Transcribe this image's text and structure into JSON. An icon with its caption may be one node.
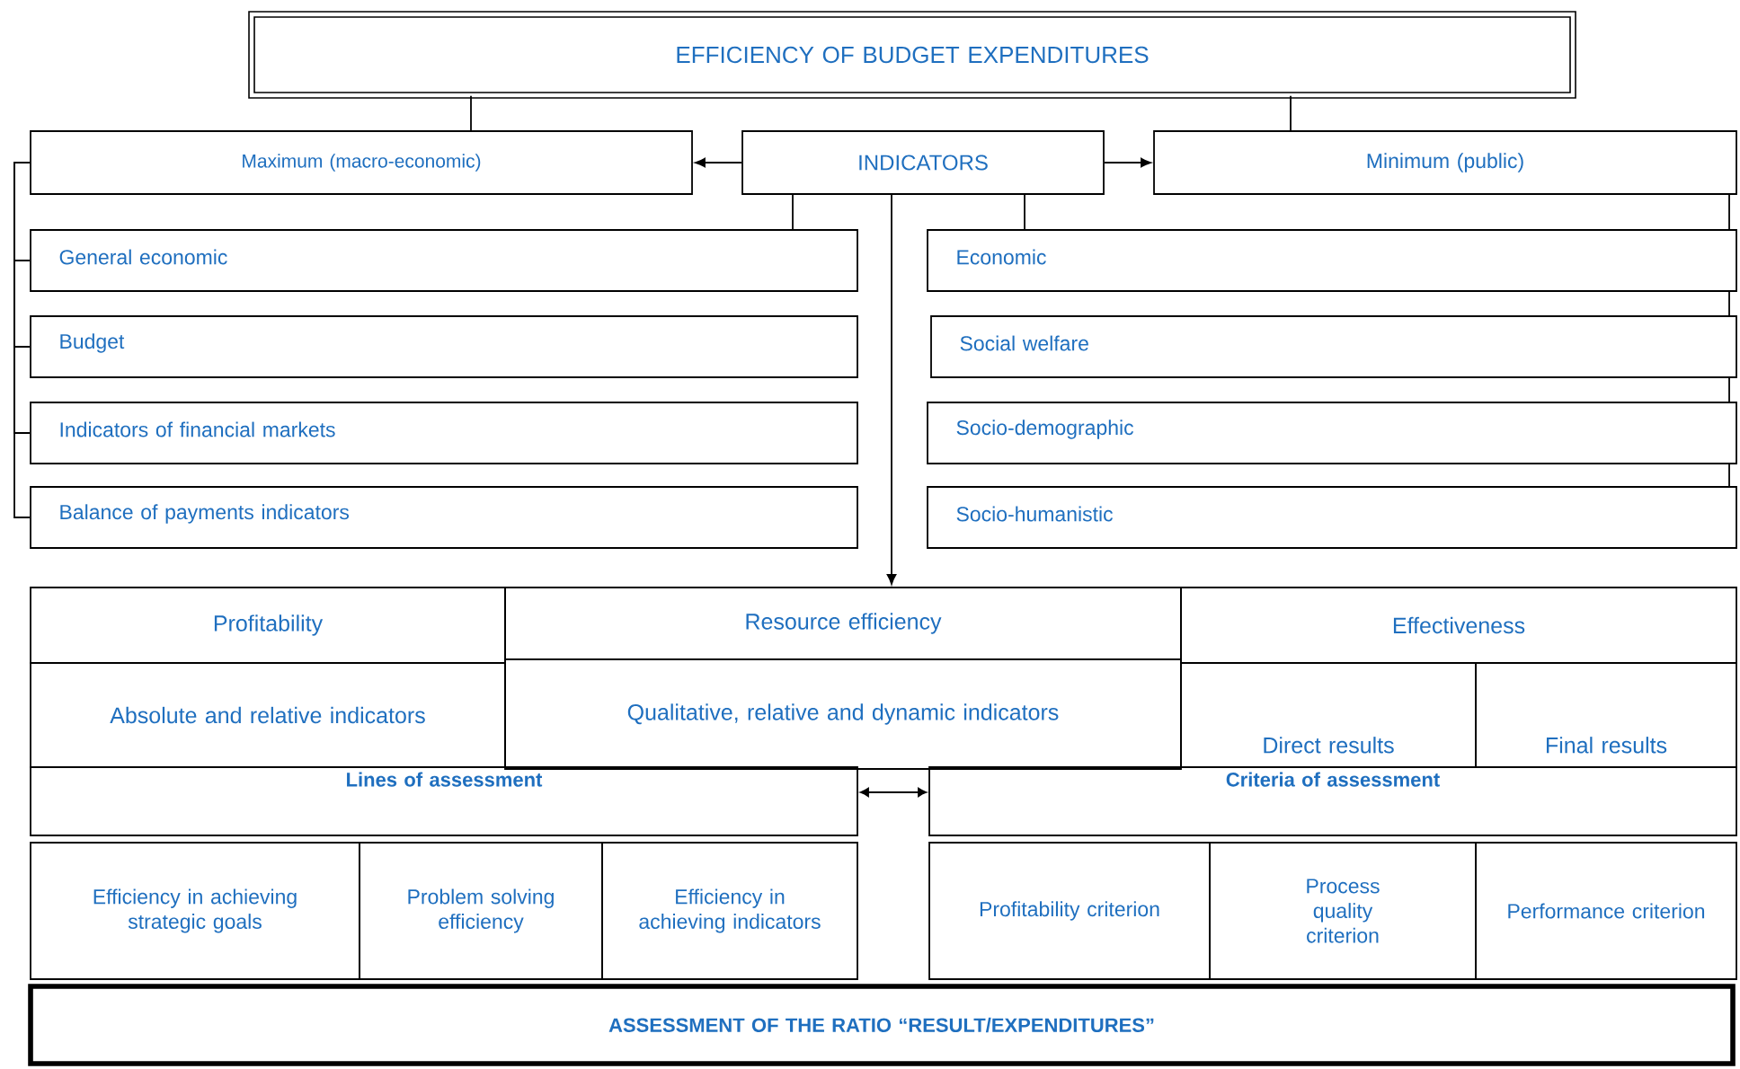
{
  "diagram": {
    "nodes": [
      {
        "text": [
          "EFFICIENCY OF BUDGET EXPENDITURES"
        ]
      },
      {
        "text": [
          "Maximum (macro-economic)"
        ]
      },
      {
        "text": [
          "INDICATORS"
        ]
      },
      {
        "text": [
          "Minimum (public)"
        ]
      },
      {
        "text": [
          "General economic"
        ]
      },
      {
        "text": [
          "Budget"
        ]
      },
      {
        "text": [
          "Indicators of financial markets"
        ]
      },
      {
        "text": [
          "Balance of payments indicators"
        ]
      },
      {
        "text": [
          "Economic"
        ]
      },
      {
        "text": [
          "Social welfare"
        ]
      },
      {
        "text": [
          "Socio-demographic"
        ]
      },
      {
        "text": [
          "Socio-humanistic"
        ]
      },
      {
        "text": [
          "Profitability"
        ]
      },
      {
        "text": [
          "Resource efficiency"
        ]
      },
      {
        "text": [
          "Effectiveness"
        ]
      },
      {
        "text": [
          "Absolute and relative indicators"
        ]
      },
      {
        "text": [
          "Qualitative, relative and dynamic indicators"
        ]
      },
      {
        "text": [
          "Direct results"
        ]
      },
      {
        "text": [
          "Final results"
        ]
      },
      {
        "text": [
          "Lines of assessment"
        ]
      },
      {
        "text": [
          "Criteria of assessment"
        ]
      },
      {
        "text": [
          "Efficiency in achieving strategic goals"
        ]
      },
      {
        "text": [
          "Problem solving efficiency"
        ]
      },
      {
        "text": [
          "Efficiency in achieving indicators"
        ]
      },
      {
        "text": [
          "Profitability criterion"
        ]
      },
      {
        "text": [
          "Process quality criterion"
        ]
      },
      {
        "text": [
          "Performance criterion"
        ]
      },
      {
        "text": [
          "ASSESSMENT OF THE RATIO “RESULT/EXPENDITURES”"
        ]
      }
    ],
    "edges": [
      {
        "from": 0,
        "to": 1,
        "arrow": "none"
      },
      {
        "from": 0,
        "to": 3,
        "arrow": "none"
      },
      {
        "from": 2,
        "to": 1,
        "arrow": "to"
      },
      {
        "from": 2,
        "to": 3,
        "arrow": "to"
      },
      {
        "from": 2,
        "to": 4,
        "arrow": "none"
      },
      {
        "from": 2,
        "to": 8,
        "arrow": "none"
      },
      {
        "from": 2,
        "to": 13,
        "arrow": "to"
      },
      {
        "from": 1,
        "to": 4,
        "arrow": "none"
      },
      {
        "from": 1,
        "to": 5,
        "arrow": "none"
      },
      {
        "from": 1,
        "to": 6,
        "arrow": "none"
      },
      {
        "from": 1,
        "to": 7,
        "arrow": "none"
      },
      {
        "from": 3,
        "to": 8,
        "arrow": "none"
      },
      {
        "from": 8,
        "to": 9,
        "arrow": "none"
      },
      {
        "from": 9,
        "to": 10,
        "arrow": "none"
      },
      {
        "from": 10,
        "to": 11,
        "arrow": "none"
      },
      {
        "from": 19,
        "to": 20,
        "arrow": "both"
      }
    ]
  }
}
